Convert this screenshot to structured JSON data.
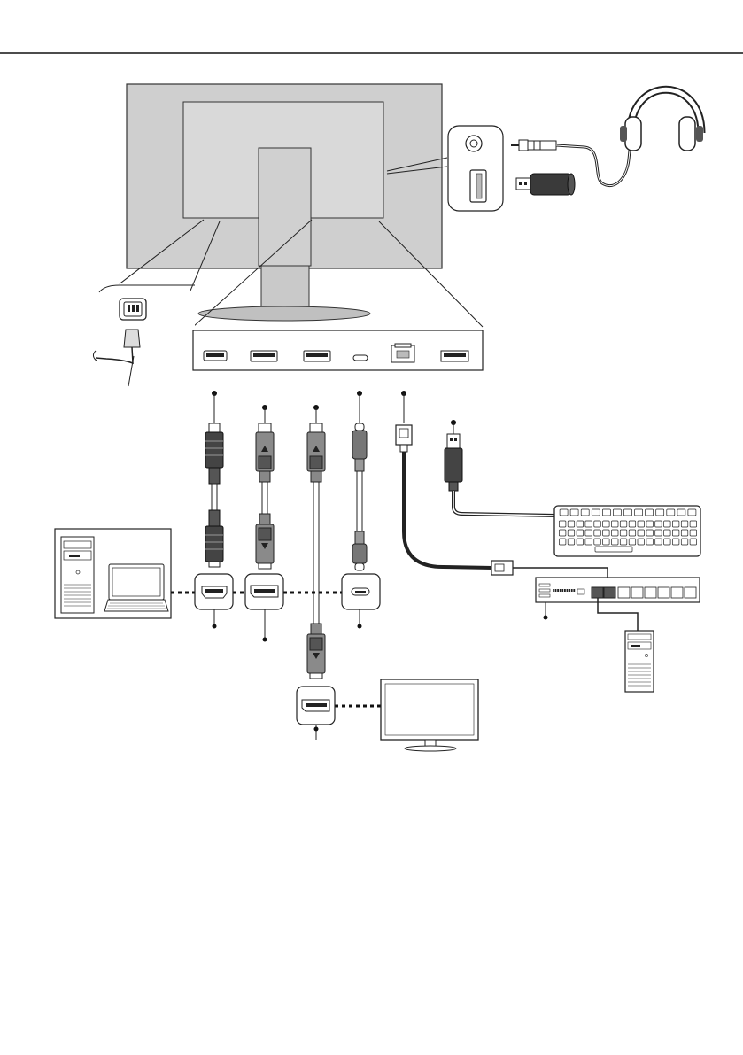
{
  "figure": {
    "monitor_rear": {
      "type": "monitor-back"
    },
    "side_panel": {
      "ports": [
        "headphone-jack",
        "usb-a"
      ]
    },
    "rear_ports": [
      "hdmi",
      "displayport-1",
      "displayport-2",
      "usb-c",
      "ethernet-rj45",
      "usb-b-upstream"
    ],
    "power": {
      "port": "ac-power-inlet"
    },
    "cables": [
      "hdmi-cable",
      "displayport-cable-1",
      "displayport-cable-2",
      "usb-c-cable",
      "lan-cable",
      "usb-cable"
    ],
    "devices": [
      "headphones",
      "usb-flash-drive",
      "pc-and-laptop",
      "keyboard",
      "network-switch",
      "server-tower",
      "external-monitor"
    ]
  }
}
